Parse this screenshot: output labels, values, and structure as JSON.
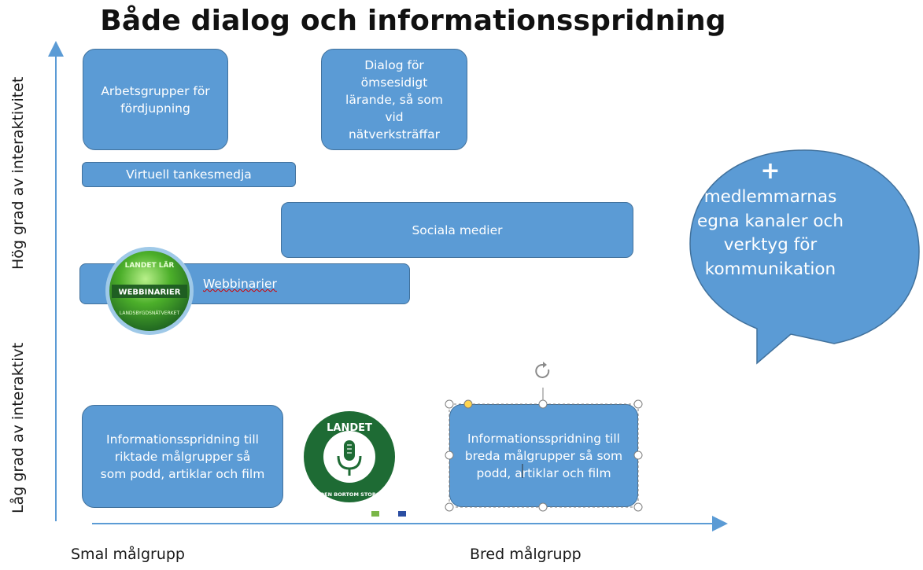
{
  "title": "Både dialog och informationsspridning",
  "axes": {
    "y_high_label": "Hög grad av interaktivitet",
    "y_low_label": "Låg grad av interaktivt",
    "x_narrow_label": "Smal målgrupp",
    "x_wide_label": "Bred målgrupp"
  },
  "boxes": {
    "arbetsgrupper": "Arbetsgrupper för fördjupning",
    "dialog": "Dialog för ömsesidigt lärande, så som vid nätverksträffar",
    "tankesmedja": "Virtuell tankesmedja",
    "sociala": "Sociala medier",
    "webbinarier": "Webbinarier",
    "info_riktade": "Informationsspridning till riktade målgrupper så som podd, artiklar och film",
    "info_breda": "Informationsspridning till breda målgrupper så som podd, artiklar och film"
  },
  "callout": {
    "plus": "+",
    "text": "medlemmarnas egna kanaler och verktyg för kommunikation"
  },
  "logos": {
    "webbinar_top": "LANDET LÄR",
    "webbinar_center": "WEBBINARIER",
    "webbinar_bottom": "LANDSBYGDSNÄTVERKET",
    "podd_top": "LANDET",
    "podd_bottom": "PODDEN BORTOM STORSTAN"
  },
  "colors": {
    "box_fill": "#5b9bd5",
    "box_border": "#41719c",
    "axis": "#5b9bd5",
    "logo_green": "#2e7d32",
    "podd_green": "#1e6b34"
  }
}
